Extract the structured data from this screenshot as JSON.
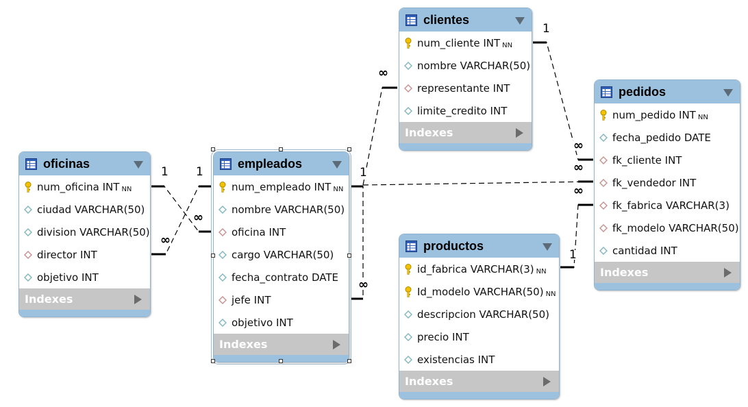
{
  "tables": {
    "oficinas": {
      "title": "oficinas",
      "columns": [
        {
          "name": "num_oficina INT",
          "nn": "NN",
          "key": "pk"
        },
        {
          "name": "ciudad VARCHAR(50)",
          "nn": "",
          "key": "col"
        },
        {
          "name": "division VARCHAR(50)",
          "nn": "",
          "key": "col"
        },
        {
          "name": "director INT",
          "nn": "",
          "key": "fk"
        },
        {
          "name": "objetivo INT",
          "nn": "",
          "key": "col"
        }
      ],
      "indexes_label": "Indexes"
    },
    "empleados": {
      "title": "empleados",
      "columns": [
        {
          "name": "num_empleado INT",
          "nn": "NN",
          "key": "pk"
        },
        {
          "name": "nombre VARCHAR(50)",
          "nn": "",
          "key": "col"
        },
        {
          "name": "oficina INT",
          "nn": "",
          "key": "fk"
        },
        {
          "name": "cargo VARCHAR(50)",
          "nn": "",
          "key": "col"
        },
        {
          "name": "fecha_contrato DATE",
          "nn": "",
          "key": "col"
        },
        {
          "name": "jefe INT",
          "nn": "",
          "key": "fk"
        },
        {
          "name": "objetivo INT",
          "nn": "",
          "key": "col"
        }
      ],
      "indexes_label": "Indexes"
    },
    "clientes": {
      "title": "clientes",
      "columns": [
        {
          "name": "num_cliente INT",
          "nn": "NN",
          "key": "pk"
        },
        {
          "name": "nombre VARCHAR(50)",
          "nn": "",
          "key": "col"
        },
        {
          "name": "representante INT",
          "nn": "",
          "key": "fk"
        },
        {
          "name": "limite_credito INT",
          "nn": "",
          "key": "col"
        }
      ],
      "indexes_label": "Indexes"
    },
    "productos": {
      "title": "productos",
      "columns": [
        {
          "name": "id_fabrica VARCHAR(3)",
          "nn": "NN",
          "key": "pk"
        },
        {
          "name": "Id_modelo VARCHAR(50)",
          "nn": "NN",
          "key": "pk"
        },
        {
          "name": "descripcion VARCHAR(50)",
          "nn": "",
          "key": "col"
        },
        {
          "name": "precio INT",
          "nn": "",
          "key": "col"
        },
        {
          "name": "existencias INT",
          "nn": "",
          "key": "col"
        }
      ],
      "indexes_label": "Indexes"
    },
    "pedidos": {
      "title": "pedidos",
      "columns": [
        {
          "name": "num_pedido INT",
          "nn": "NN",
          "key": "pk"
        },
        {
          "name": "fecha_pedido DATE",
          "nn": "",
          "key": "col"
        },
        {
          "name": "fk_cliente INT",
          "nn": "",
          "key": "fk"
        },
        {
          "name": "fk_vendedor INT",
          "nn": "",
          "key": "fk"
        },
        {
          "name": "fk_fabrica VARCHAR(3)",
          "nn": "",
          "key": "fk"
        },
        {
          "name": "fk_modelo VARCHAR(50)",
          "nn": "",
          "key": "fk"
        },
        {
          "name": "cantidad INT",
          "nn": "",
          "key": "col"
        }
      ],
      "indexes_label": "Indexes"
    }
  },
  "relations": [
    {
      "id": "oficinas-director",
      "from_table": "oficinas",
      "to_table": "empleados",
      "one": "1",
      "many": "∞"
    },
    {
      "id": "empleados-oficina",
      "from_table": "empleados",
      "to_table": "oficinas",
      "one": "1",
      "many": "∞"
    },
    {
      "id": "empleados-jefe",
      "from_table": "empleados",
      "to_table": "empleados",
      "one": "1",
      "many": "∞"
    },
    {
      "id": "clientes-representante",
      "from_table": "clientes",
      "to_table": "empleados",
      "one": "1",
      "many": "∞"
    },
    {
      "id": "pedidos-cliente",
      "from_table": "pedidos",
      "to_table": "clientes",
      "one": "1",
      "many": "∞"
    },
    {
      "id": "pedidos-vendedor",
      "from_table": "pedidos",
      "to_table": "empleados",
      "one": "1",
      "many": "∞"
    },
    {
      "id": "pedidos-producto",
      "from_table": "pedidos",
      "to_table": "productos",
      "one": "1",
      "many": "∞"
    }
  ],
  "colors": {
    "header": "#9cc1df",
    "indexes_bar": "#c6c6c6",
    "pk_key": "#f2c200",
    "column_diamond": "#7fb6bf",
    "fk_diamond": "#c98f8f",
    "connector": "#000000"
  },
  "icons": {
    "table": "table-icon",
    "primary_key": "key-icon",
    "column": "diamond-icon",
    "foreign_key": "fk-diamond-icon",
    "collapse": "chevron-down-icon",
    "expand_indexes": "chevron-right-icon"
  }
}
